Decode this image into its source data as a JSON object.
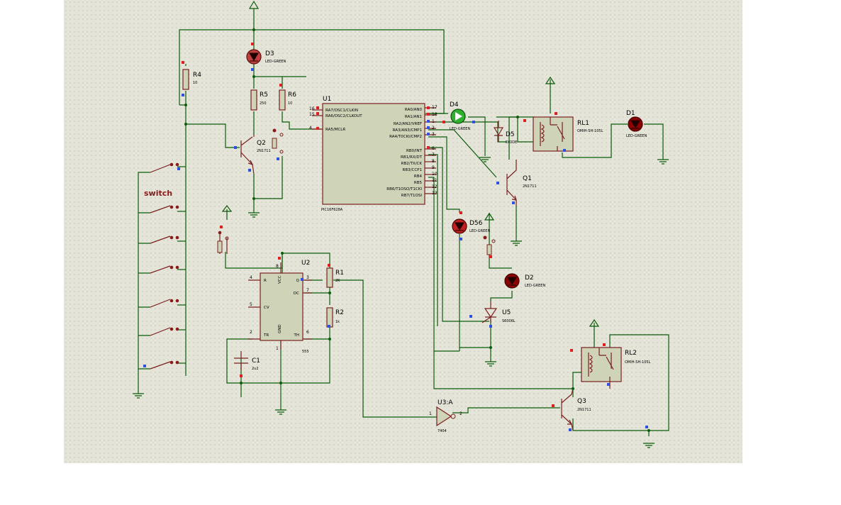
{
  "sheet": {
    "background": "#e4e4d8",
    "wire_color": "#0b5c0b",
    "component_color": "#7a2020",
    "body_fill": "#cfd3b8"
  },
  "labels": {
    "switch": "switch"
  },
  "components": {
    "R4": {
      "ref": "R4",
      "value": "10"
    },
    "R5": {
      "ref": "R5",
      "value": "250"
    },
    "R6": {
      "ref": "R6",
      "value": "10"
    },
    "D3": {
      "ref": "D3",
      "value": "LED-GREEN"
    },
    "Q2": {
      "ref": "Q2",
      "value": "2N1711"
    },
    "U1": {
      "ref": "U1",
      "value": "PIC16F628A",
      "left_pins": [
        {
          "num": "16",
          "name": "RA7/OSC1/CLKIN"
        },
        {
          "num": "15",
          "name": "RA6/OSC2/CLKOUT"
        },
        {
          "num": "4",
          "name": "RA5/MCLR"
        }
      ],
      "right_pins": [
        {
          "num": "17",
          "name": "RA0/AN0"
        },
        {
          "num": "18",
          "name": "RA1/AN1"
        },
        {
          "num": "1",
          "name": "RA2/AN2/VREF"
        },
        {
          "num": "2",
          "name": "RA3/AN3/CMP1"
        },
        {
          "num": "3",
          "name": "RA4/T0CKI/CMP2"
        },
        {
          "num": "6",
          "name": "RB0/INT"
        },
        {
          "num": "7",
          "name": "RB1/RX/DT"
        },
        {
          "num": "8",
          "name": "RB2/TX/CK"
        },
        {
          "num": "9",
          "name": "RB3/CCP1"
        },
        {
          "num": "10",
          "name": "RB4"
        },
        {
          "num": "11",
          "name": "RB5"
        },
        {
          "num": "12",
          "name": "RB6/T1OSO/T1CKI"
        },
        {
          "num": "13",
          "name": "RB7/T1OSI"
        }
      ]
    },
    "D4": {
      "ref": "D4",
      "value": "LED-GREEN"
    },
    "D5": {
      "ref": "D5",
      "value": "DIODE"
    },
    "RL1": {
      "ref": "RL1",
      "value": "OMIH-SH-105L"
    },
    "D1": {
      "ref": "D1",
      "value": "LED-GREEN"
    },
    "Q1": {
      "ref": "Q1",
      "value": "2N1711"
    },
    "D56": {
      "ref": "D56",
      "value": "LED-GREEN"
    },
    "D2": {
      "ref": "D2",
      "value": "LED-GREEN"
    },
    "U5": {
      "ref": "U5",
      "value": "S6006L"
    },
    "U2": {
      "ref": "U2",
      "value": "555",
      "pins": [
        {
          "num": "4",
          "name": "R"
        },
        {
          "num": "8",
          "name": "VCC"
        },
        {
          "num": "3",
          "name": "Q"
        },
        {
          "num": "7",
          "name": "DC"
        },
        {
          "num": "5",
          "name": "CV"
        },
        {
          "num": "2",
          "name": "TR"
        },
        {
          "num": "1",
          "name": "GND"
        },
        {
          "num": "6",
          "name": "TH"
        }
      ]
    },
    "R1": {
      "ref": "R1",
      "value": "2K"
    },
    "R2": {
      "ref": "R2",
      "value": "1k"
    },
    "C1": {
      "ref": "C1",
      "value": "2u2"
    },
    "U3": {
      "ref": "U3:A",
      "value": "7404",
      "pin_in": "1",
      "pin_out": "2"
    },
    "Q3": {
      "ref": "Q3",
      "value": "2N1711"
    },
    "RL2": {
      "ref": "RL2",
      "value": "OMIH-SH-105L"
    }
  }
}
